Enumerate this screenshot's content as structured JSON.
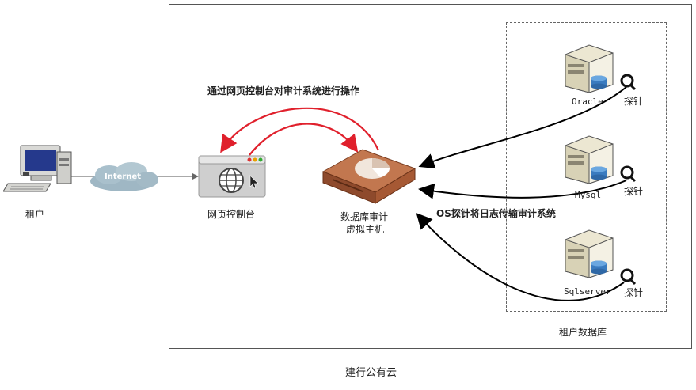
{
  "cloud_label": "建行公有云",
  "tenant_label": "租户",
  "internet_label": "Internet",
  "console_label": "网页控制台",
  "audit_host_line1": "数据库审计",
  "audit_host_line2": "虚拟主机",
  "operate_caption": "通过网页控制台对审计系统进行操作",
  "log_caption": "OS探针将日志传输审计系统",
  "tenant_db_group_label": "租户数据库",
  "servers": [
    {
      "db": "Oracle",
      "probe": "探针"
    },
    {
      "db": "Mysql",
      "probe": "探针"
    },
    {
      "db": "Sqlserver",
      "probe": "探针"
    }
  ],
  "colors": {
    "operate_arrow": "#e0202c",
    "log_arrow": "#000000",
    "host_brown": "#b0643f"
  }
}
